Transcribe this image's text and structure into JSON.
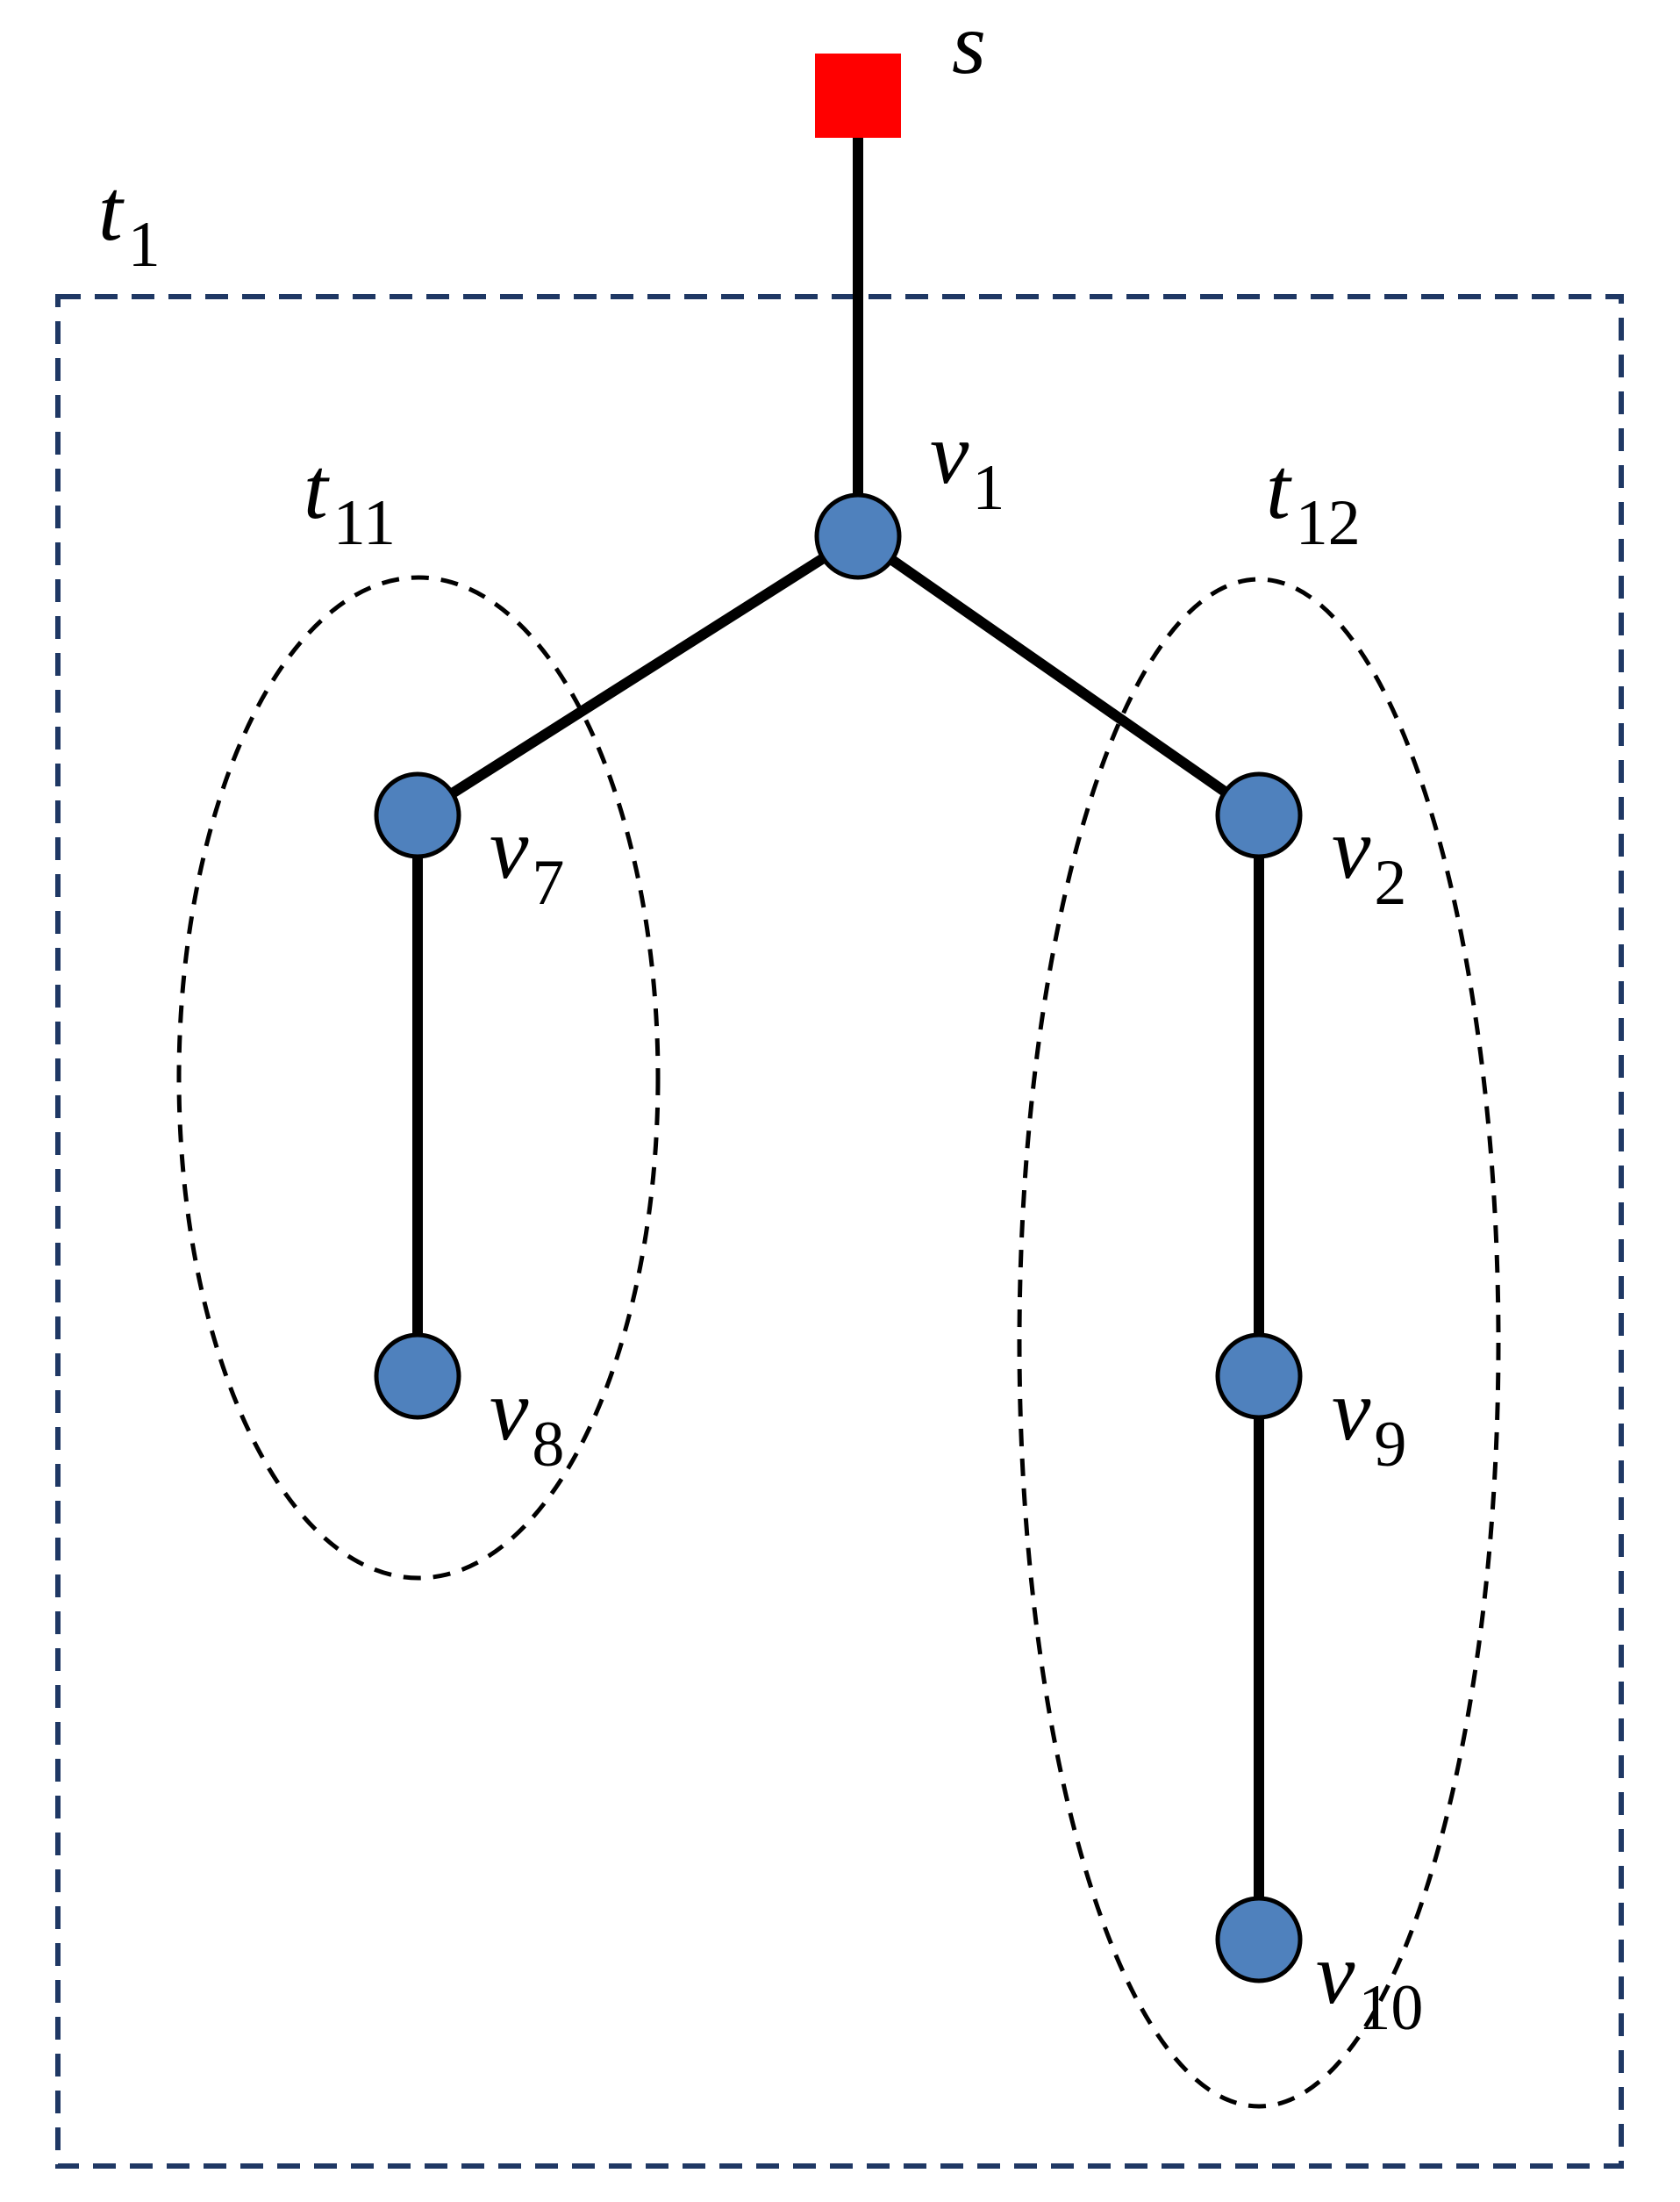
{
  "colors": {
    "node_fill": "#4f81bd",
    "node_stroke": "#000000",
    "source_fill": "#ff0000",
    "edge": "#000000",
    "outer_box": "#1f3864",
    "cluster": "#000000"
  },
  "source": {
    "id": "s",
    "label": "s"
  },
  "outer_cluster": {
    "id": "t1",
    "label": "t",
    "sub": "1"
  },
  "clusters": [
    {
      "id": "t11",
      "label": "t",
      "sub": "11"
    },
    {
      "id": "t12",
      "label": "t",
      "sub": "12"
    }
  ],
  "nodes": [
    {
      "id": "v1",
      "label": "v",
      "sub": "1"
    },
    {
      "id": "v7",
      "label": "v",
      "sub": "7"
    },
    {
      "id": "v8",
      "label": "v",
      "sub": "8"
    },
    {
      "id": "v2",
      "label": "v",
      "sub": "2"
    },
    {
      "id": "v9",
      "label": "v",
      "sub": "9"
    },
    {
      "id": "v10",
      "label": "v",
      "sub": "10"
    }
  ],
  "edges": [
    {
      "from": "s",
      "to": "v1"
    },
    {
      "from": "v1",
      "to": "v7"
    },
    {
      "from": "v1",
      "to": "v2"
    },
    {
      "from": "v7",
      "to": "v8"
    },
    {
      "from": "v2",
      "to": "v9"
    },
    {
      "from": "v9",
      "to": "v10"
    }
  ]
}
